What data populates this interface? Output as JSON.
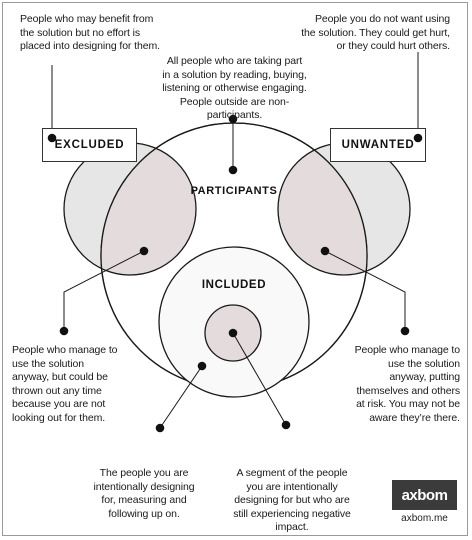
{
  "labels": {
    "excluded": "EXCLUDED",
    "unwanted": "UNWANTED",
    "participants": "PARTICIPANTS",
    "included": "INCLUDED"
  },
  "notes": {
    "excluded_top": "People who may benefit from the solution but no effort is placed into designing for them.",
    "unwanted_top": "People you do not want using the solution. They could get hurt, or they could hurt others.",
    "participants_top": "All people who are taking part in a solution by reading, buying, listening or otherwise engaging. People outside are non-participants.",
    "left_overlap": "People who manage to use the solution anyway, but could be thrown out any time because you are not looking out for them.",
    "right_overlap": "People who manage to use the solution anyway, putting themselves and others at risk. You may not be aware they’re there.",
    "included_bottom": "The people you are intentionally designing for, measuring and following up on.",
    "inner_bottom": "A segment of the people you are intentionally designing for but who are still experiencing negative impact."
  },
  "brand": {
    "logo_text": "axbom",
    "url": "axbom.me"
  },
  "colors": {
    "shade": "#e4dcdc",
    "line": "#1a1a1a"
  }
}
